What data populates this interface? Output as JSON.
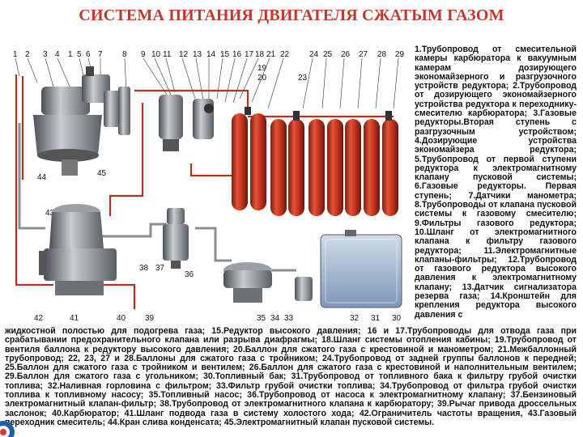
{
  "title": "СИСТЕМА ПИТАНИЯ ДВИГАТЕЛЯ СЖАТЫМ ГАЗОМ",
  "colors": {
    "title": "#c0392b",
    "pipe_red": "#b5301f",
    "pipe_gray": "#8a8f94",
    "cylinder": "#c8361f",
    "tank": "#8fa9c9"
  },
  "top_callouts": [
    "1",
    "2",
    "3",
    "4",
    "1",
    "5",
    "6",
    "7",
    "8",
    "9",
    "10",
    "11",
    "12",
    "13",
    "14",
    "15",
    "16",
    "17",
    "18",
    "21",
    "22",
    "24",
    "25",
    "26",
    "27",
    "28",
    "29"
  ],
  "callouts_mid": [
    "19",
    "20",
    "23",
    "44",
    "45",
    "43",
    "38",
    "37",
    "36"
  ],
  "bottom_callouts": [
    "42",
    "41",
    "40",
    "39",
    "35",
    "34",
    "33",
    "32",
    "31",
    "30"
  ],
  "legend_right": "1.Трубопровод от смесительной камеры карбюратора к вакуумным камерам дозирующего экономайзерного и разгрузочного устройств редуктора; 2.Трубопровод от дозирующего экономайзерного устройства редуктора к переходнику-смесителю карбюратора; 3.Газовые редукторы.Вторая ступень с разгрузочным устройством; 4.Дозирующие устройства экономайзера редуктора; 5.Трубопровод от первой ступени редуктора к электромагнитному клапану пусковой системы; 6.Газовые редукторы. Первая ступень; 7.Датчики манометра; 8.Трубопроводы от клапана пусковой системы к газовому смесителю; 9.Фильтры газового редуктора; 10.Шланг от электромагнитного клапана к фильтру газового редуктора; 11.Электромагнитные клапаны-фильтры; 12.Трубопровод от газового редуктора высокого давления к электромагнитному клапану; 13.Датчик сигнализатора резерва газа; 14.Кронштейн для крепления редуктора высокого давления с",
  "legend_bottom": "жидкостной полостью для подогрева газа; 15.Редуктор высокого давления; 16 и 17.Трубопроводы для отвода газа при срабатывании предохранительного клапана или разрыва диафрагмы; 18.Шланг системы отопления кабины; 19.Трубопровод от вентиля баллона к редуктору высокого давления; 20.Баллон для сжатого газа с крестовиной и манометром; 21.Межбаллонный трубопровод; 22, 23, 27 и 28.Баллоны для сжатого газа с тройником; 24.Трубопровод от задней группы баллонов к передней; 25.Баллон для сжатого газа с тройником и вентилем; 26.Баллон для сжатого газа с крестовиной и наполнительным вентилем; 29.Баллон для сжатого газа с угольником; 30.Топливный бак; 31.Трубопровод от топливного бака к фильтру грубой очистки топлива; 32.Наливная горловина с фильтром; 33.Фильтр грубой очистки топлива; 34.Трубопровод от фильтра грубой очистки топлива к топливному насосу; 35.Топливный насос; 36.Трубопровод от насоса к электромагнитному клапану; 37.Бензиновый электромагнитный клапан-фильтр; 38.Трубопровод от электромагнитного клапана к карбюратору; 39.Рычаг привода дроссельных заслонок; 40.Карбюратор; 41.Шланг подвода газа в систему холостого хода; 42.Ограничитель частоты вращения, 43.Газовый переходник смеситель; 44.Кран слива конденсата; 45.Электромагнитный клапан пусковой системы."
}
